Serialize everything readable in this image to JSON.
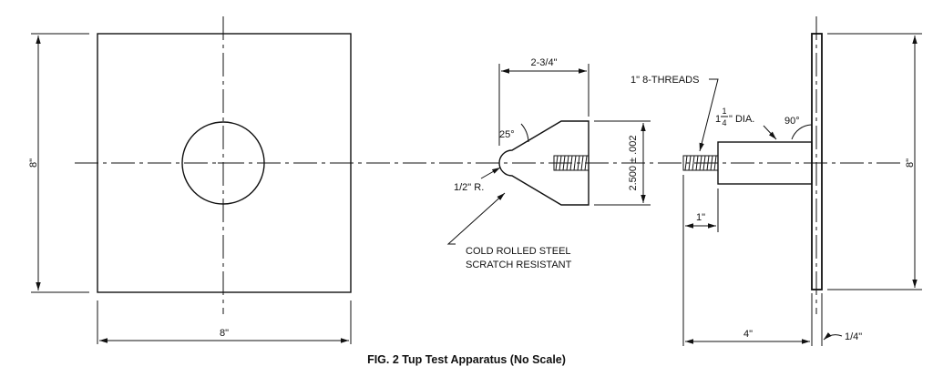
{
  "figure": {
    "caption": "FIG. 2 Tup Test Apparatus (No Scale)"
  },
  "plate_view": {
    "height_label": "8\"",
    "width_label": "8\""
  },
  "tup_view": {
    "length_label": "2-3/4\"",
    "angle_label": "25°",
    "radius_label": "1/2\" R.",
    "diameter_label": "2.500 ± .002",
    "material_line1": "COLD ROLLED STEEL",
    "material_line2": "SCRATCH RESISTANT"
  },
  "holder_view": {
    "thread_label": "1\" 8-THREADS",
    "dia_label_whole": "1",
    "dia_label_num": "1",
    "dia_label_den": "4",
    "dia_label_suffix": "\" DIA.",
    "angle_label": "90°",
    "height_label": "8\"",
    "thread_length_label": "1\"",
    "length_label": "4\"",
    "thickness_label": "1/4\""
  }
}
